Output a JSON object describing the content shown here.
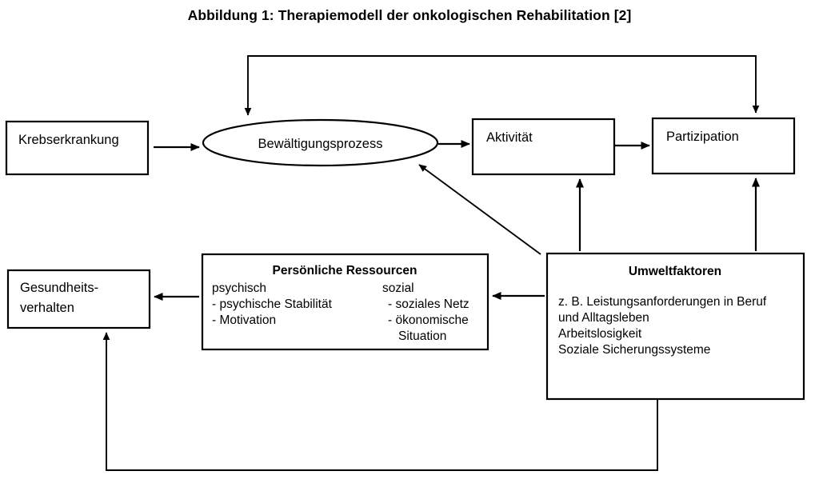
{
  "figure": {
    "title": "Abbildung 1: Therapiemodell der onkologischen Rehabilitation [2]",
    "stroke_color": "#000000",
    "background_color": "#ffffff"
  },
  "nodes": {
    "krebserkrankung": {
      "label": "Krebserkrankung",
      "shape": "rectangle"
    },
    "bewaeltigungsprozess": {
      "label": "Bewältigungsprozess",
      "shape": "ellipse"
    },
    "aktivitaet": {
      "label": "Aktivität",
      "shape": "rectangle"
    },
    "partizipation": {
      "label": "Partizipation",
      "shape": "rectangle"
    },
    "gesundheitsverhalten": {
      "shape": "rectangle",
      "label_line1": "Gesundheits-",
      "label_line2": "verhalten"
    },
    "persoenliche_ressourcen": {
      "shape": "rectangle",
      "heading": "Persönliche Ressourcen",
      "column_left": {
        "heading": "psychisch",
        "items": [
          "- psychische Stabilität",
          "- Motivation"
        ]
      },
      "column_right": {
        "heading": "sozial",
        "items": [
          "- soziales Netz",
          "- ökonomische",
          "Situation"
        ]
      }
    },
    "umweltfaktoren": {
      "shape": "rectangle",
      "heading": "Umweltfaktoren",
      "lines": [
        "z. B. Leistungsanforderungen in Beruf",
        "und Alltagsleben",
        "Arbeitslosigkeit",
        "Soziale Sicherungssysteme"
      ]
    }
  },
  "connections": [
    {
      "name": "krebserkrankung-to-bewaeltigungsprozess",
      "from": "krebserkrankung",
      "to": "bewaeltigungsprozess",
      "style": "straight-arrow"
    },
    {
      "name": "bewaeltigungsprozess-to-aktivitaet",
      "from": "bewaeltigungsprozess",
      "to": "aktivitaet",
      "style": "straight-arrow"
    },
    {
      "name": "aktivitaet-to-partizipation",
      "from": "aktivitaet",
      "to": "partizipation",
      "style": "straight-arrow"
    },
    {
      "name": "partizipation-to-bewaeltigungsprozess-feedback",
      "from": "partizipation",
      "to": "bewaeltigungsprozess",
      "style": "top-bidirectional-elbow"
    },
    {
      "name": "umweltfaktoren-to-bewaeltigungsprozess",
      "from": "umweltfaktoren",
      "to": "bewaeltigungsprozess",
      "style": "diagonal-arrow"
    },
    {
      "name": "umweltfaktoren-to-aktivitaet",
      "from": "umweltfaktoren",
      "to": "aktivitaet",
      "style": "vertical-arrow"
    },
    {
      "name": "umweltfaktoren-to-partizipation",
      "from": "umweltfaktoren",
      "to": "partizipation",
      "style": "vertical-arrow"
    },
    {
      "name": "umweltfaktoren-to-persoenliche-ressourcen",
      "from": "umweltfaktoren",
      "to": "persoenliche_ressourcen",
      "style": "straight-arrow"
    },
    {
      "name": "persoenliche-ressourcen-to-gesundheitsverhalten",
      "from": "persoenliche_ressourcen",
      "to": "gesundheitsverhalten",
      "style": "straight-arrow"
    },
    {
      "name": "umweltfaktoren-to-gesundheitsverhalten-bottom",
      "from": "umweltfaktoren",
      "to": "gesundheitsverhalten",
      "style": "bottom-elbow-arrow"
    }
  ]
}
